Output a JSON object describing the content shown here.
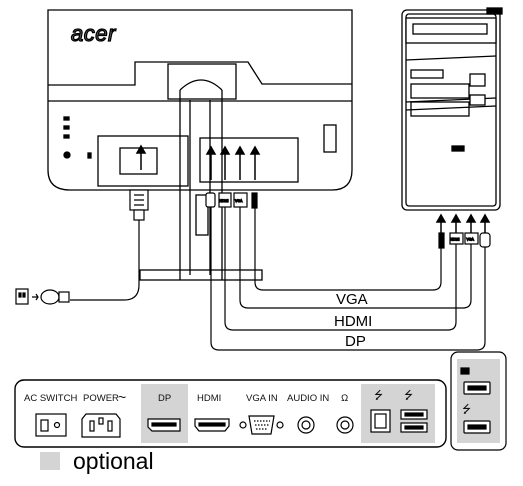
{
  "monitor": {
    "brand": "acer"
  },
  "cables": {
    "vga": "VGA",
    "hdmi": "HDMI",
    "dp": "DP"
  },
  "panel": {
    "ac_switch": "AC SWITCH",
    "power": "POWER",
    "power_symbol": "~",
    "dp": "DP",
    "hdmi": "HDMI",
    "vga_in": "VGA IN",
    "audio_in": "AUDIO IN",
    "headphone_symbol": "Ω",
    "usb_symbol": "⭍"
  },
  "pc_tags": {
    "hdmi": "HDMI",
    "vga": "VGA",
    "dp": "DP"
  },
  "legend": {
    "optional": "optional",
    "optional_color": "#d4d4d4"
  },
  "colors": {
    "optional_fill": "#d4d4d4",
    "line": "#000000"
  }
}
